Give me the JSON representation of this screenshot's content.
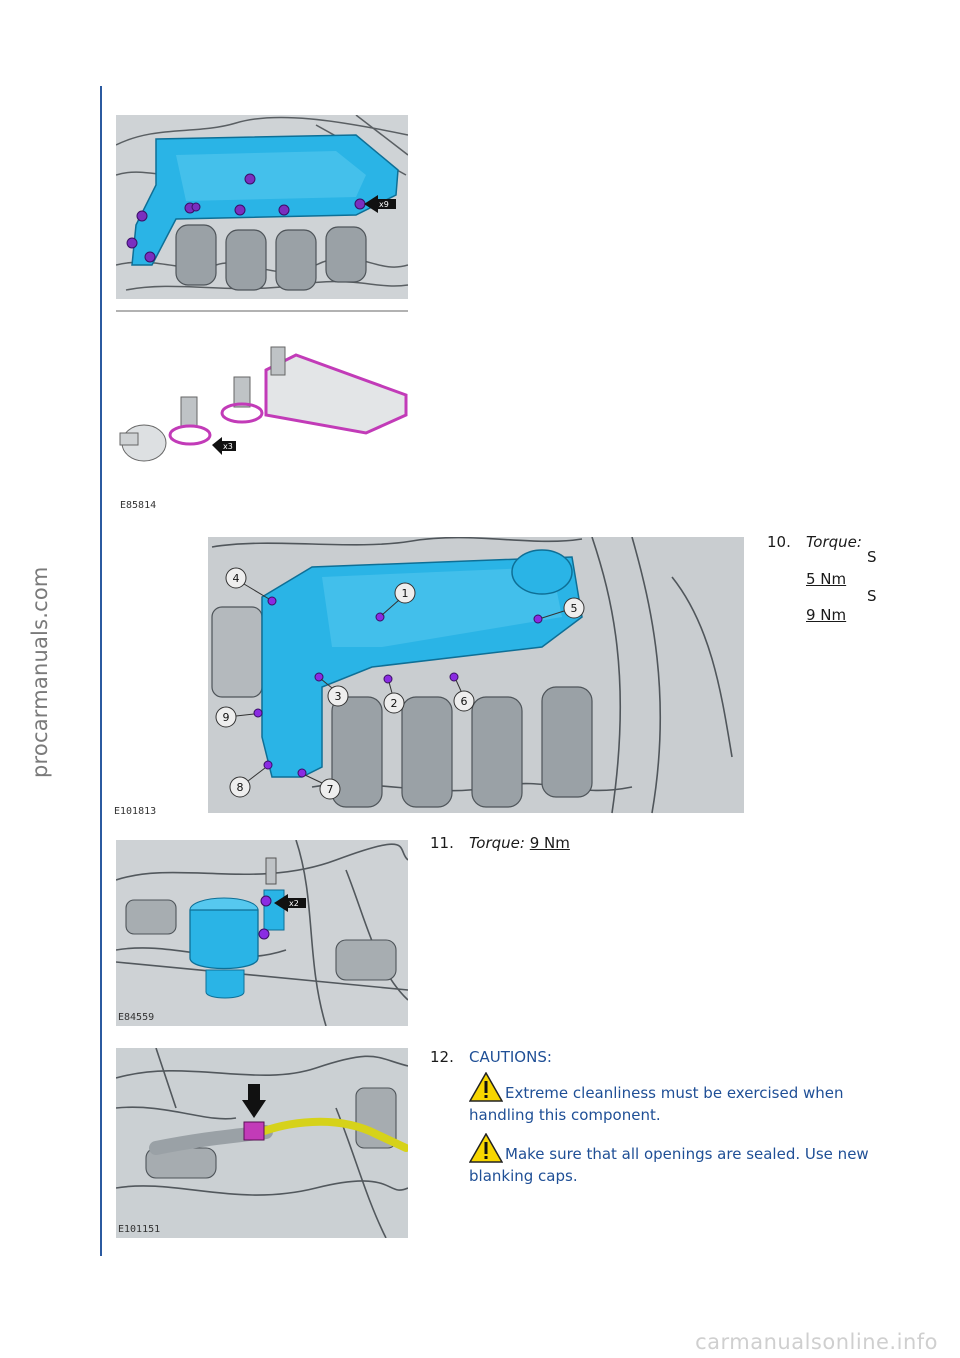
{
  "watermark_side": "procarmanuals.com",
  "watermark_bottom": "carmanualsonline.info",
  "figures": {
    "fig1_code": "E85814",
    "fig1_badge_top": "x9",
    "fig1_badge_bottom": "x3",
    "fig2_code": "E101813",
    "fig2_callouts": [
      "1",
      "2",
      "3",
      "4",
      "5",
      "6",
      "7",
      "8",
      "9"
    ],
    "fig3_code": "E84559",
    "fig3_badge": "x2",
    "fig4_code": "E101151"
  },
  "steps": {
    "s10": {
      "number": "10.",
      "torque_label": "Torque:",
      "stage1_marker": "S",
      "value1": "5 Nm",
      "stage2_marker": "S",
      "value2": "9 Nm"
    },
    "s11": {
      "number": "11.",
      "torque_label": "Torque:",
      "value": "9 Nm"
    },
    "s12": {
      "number": "12.",
      "title": "CAUTIONS:",
      "caution1": "Extreme cleanliness must be exercised when handling this component.",
      "caution2": "Make sure that all openings are sealed. Use new blanking caps."
    }
  },
  "colors": {
    "rule": "#2b5aa0",
    "caution": "#1f4f96",
    "part_highlight": "#2ab4e6",
    "bolt_marker": "#8a2be2",
    "gasket": "#c23bb8",
    "pipe": "#d6d21a"
  }
}
